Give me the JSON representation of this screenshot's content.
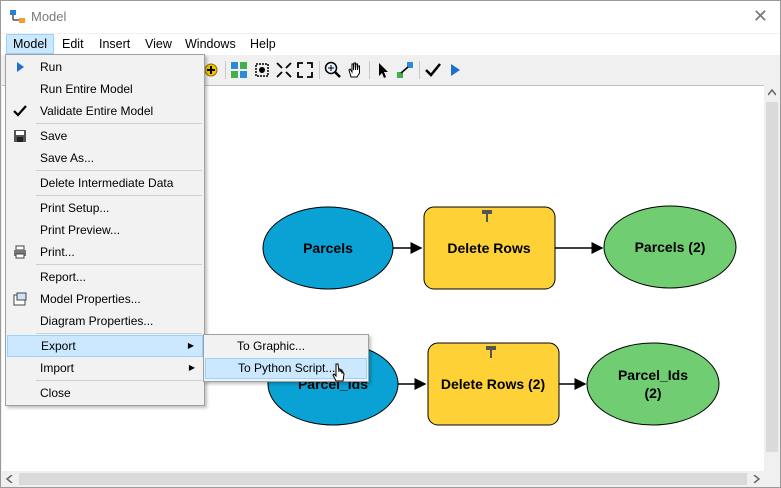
{
  "window": {
    "title": "Model",
    "close_glyph": "✕"
  },
  "menubar": {
    "items": [
      "Model",
      "Edit",
      "Insert",
      "View",
      "Windows",
      "Help"
    ],
    "active": "Model"
  },
  "toolbar": {
    "icons": [
      "add-data-icon",
      "auto-layout-icon",
      "full-extent-icon",
      "fit-icon",
      "fixed-zoom-icon",
      "zoom-in-icon",
      "pan-icon",
      "select-icon",
      "connect-icon",
      "validate-icon",
      "run-icon"
    ]
  },
  "model_menu": {
    "items": [
      "Run",
      "Run Entire Model",
      "Validate Entire Model",
      "Save",
      "Save As...",
      "Delete Intermediate Data",
      "Print Setup...",
      "Print Preview...",
      "Print...",
      "Report...",
      "Model Properties...",
      "Diagram Properties...",
      "Export",
      "Import",
      "Close"
    ],
    "highlighted": "Export"
  },
  "export_submenu": {
    "items": [
      "To Graphic...",
      "To Python Script..."
    ],
    "highlighted": "To Python Script..."
  },
  "diagram": {
    "colors": {
      "input": "#0aa2d4",
      "tool": "#fed236",
      "output": "#70cd72",
      "outline": "#000000"
    },
    "row1": {
      "input": "Parcels",
      "tool": "Delete Rows",
      "output": "Parcels (2)"
    },
    "row2": {
      "input": "Parcel_Ids",
      "tool": "Delete Rows (2)",
      "output_line1": "Parcel_Ids",
      "output_line2": "(2)"
    }
  }
}
